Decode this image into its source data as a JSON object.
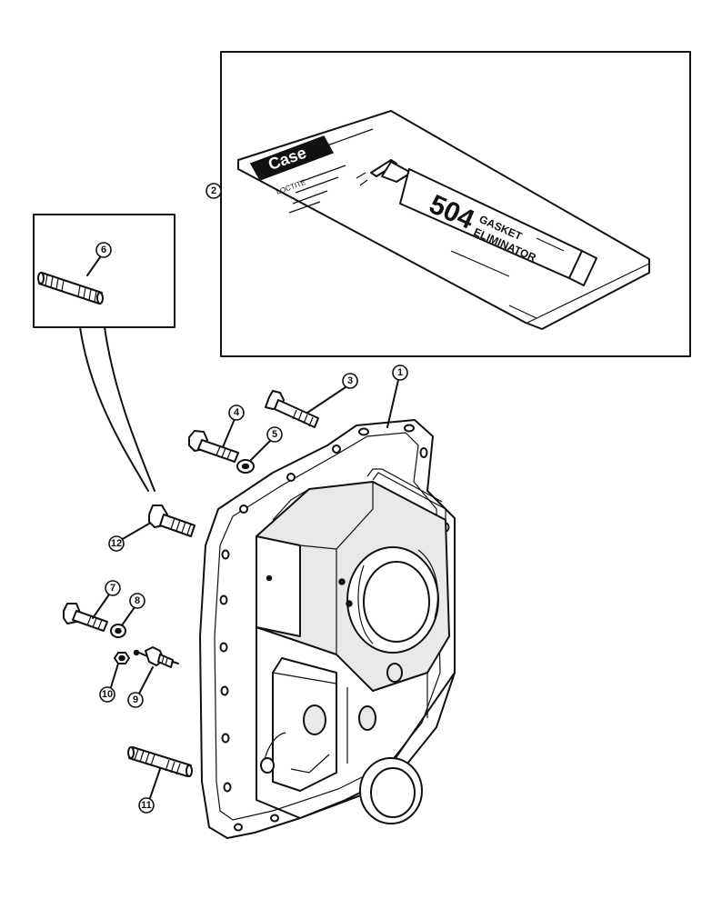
{
  "callouts": {
    "c1": "1",
    "c2": "2",
    "c3": "3",
    "c4": "4",
    "c5": "5",
    "c6": "6",
    "c7": "7",
    "c8": "8",
    "c9": "9",
    "c10": "10",
    "c11": "11",
    "c12": "12"
  },
  "package": {
    "brand": "Case",
    "product_number": "504",
    "product_line1": "GASKET",
    "product_line2": "ELIMINATOR",
    "maker": "LOCTITE"
  }
}
